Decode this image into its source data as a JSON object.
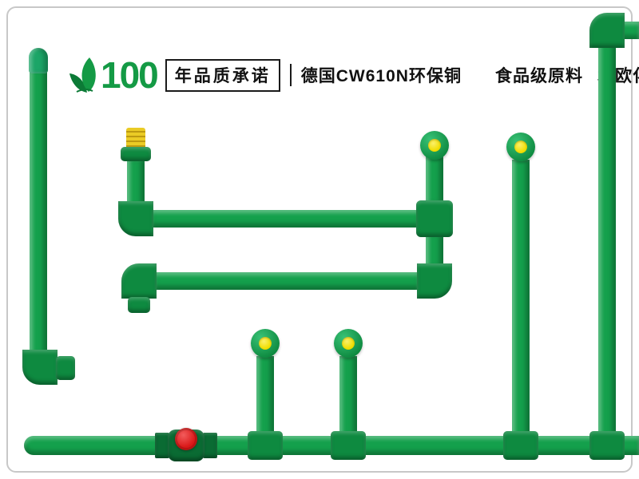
{
  "header": {
    "logo_number": "100",
    "promise": "年品质承诺",
    "feature1": "德国CW610N环保铜",
    "feature2": "食品级原料",
    "feature3": "北欧化工"
  },
  "colors": {
    "pipe": "#14A04C",
    "pipe_light": "#38C276",
    "fitting": "#0E8A40",
    "cap_teal": "#1CA567",
    "cap_yellow": "#F0DE00",
    "brass_light": "#EACB25",
    "brass_dark": "#BD9A10",
    "valve_body": "#0A6B33",
    "valve_red": "#D91717",
    "logo_green": "#149A45",
    "leaf_dark": "#0C7A36",
    "text": "#111111",
    "frame": "#C8C8C8"
  }
}
